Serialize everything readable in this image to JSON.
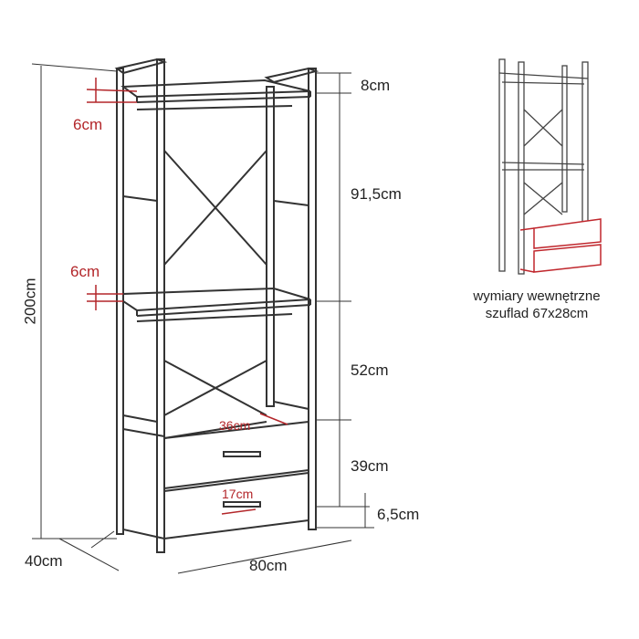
{
  "dimensions": {
    "height_total": "200cm",
    "depth": "40cm",
    "width": "80cm",
    "top_gap": "8cm",
    "upper_section": "91,5cm",
    "middle_section": "52cm",
    "drawer_section": "39cm",
    "foot_height": "6,5cm",
    "rail_offset_top": "6cm",
    "rail_offset_middle": "6cm",
    "drawer_depth": "36cm",
    "handle_width": "17cm"
  },
  "caption": {
    "line1": "wymiary wewnętrzne",
    "line2": "szuflad 67x28cm"
  },
  "colors": {
    "accent": "#b3262a",
    "line": "#333333"
  }
}
